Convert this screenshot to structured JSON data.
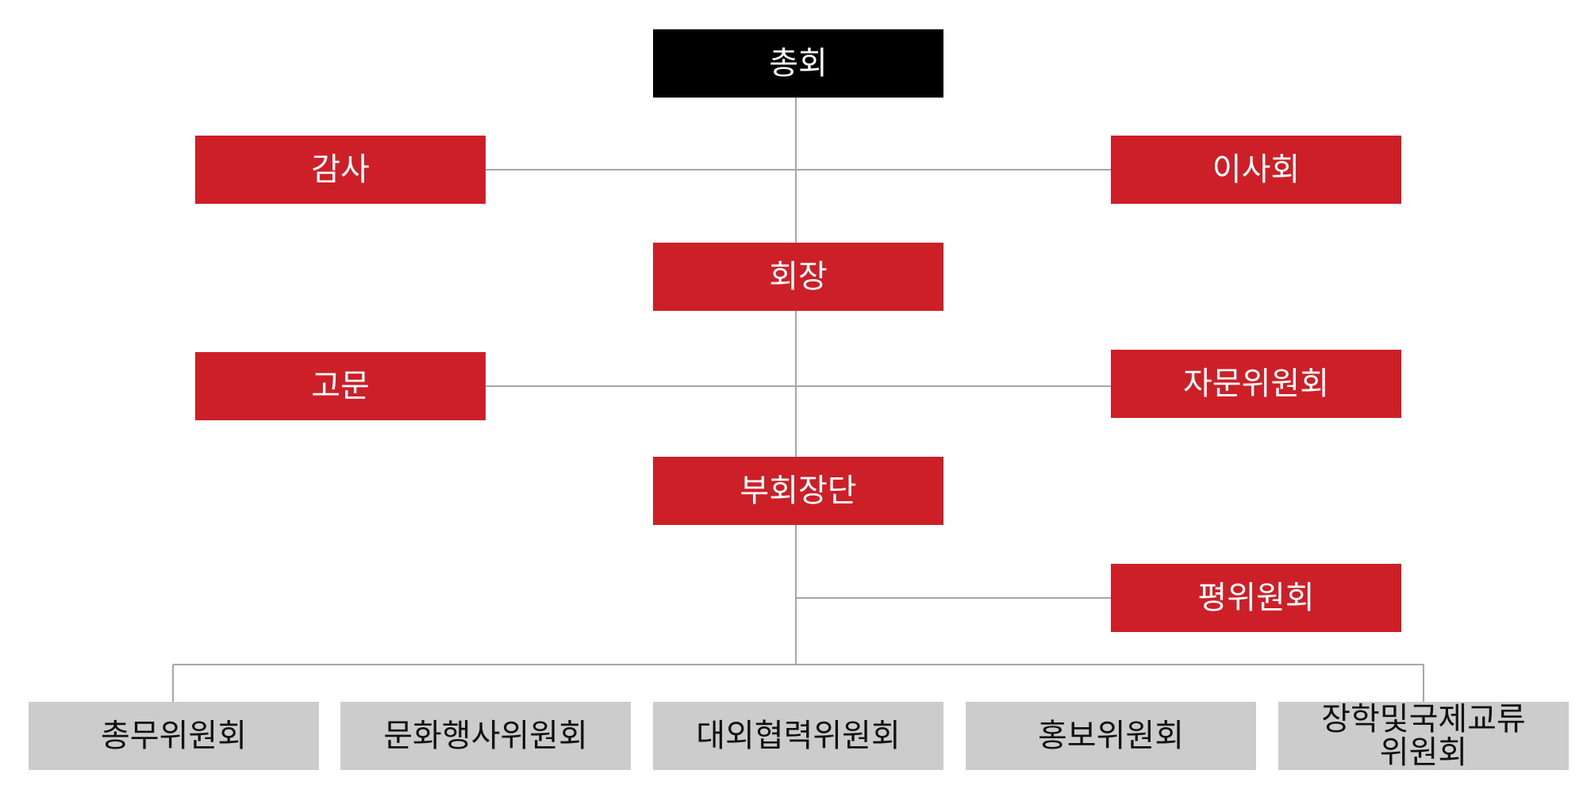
{
  "colors": {
    "top": "#000000",
    "main": "#cd1f27",
    "committee": "#cccccc",
    "line": "#a6a6a6"
  },
  "nodes": {
    "general_assembly": "총회",
    "audit": "감사",
    "board": "이사회",
    "president": "회장",
    "advisor": "고문",
    "advisory_committee": "자문위원회",
    "vice_presidents": "부회장단",
    "peer_committee": "평위원회"
  },
  "committees": [
    "총무위원회",
    "문화행사위원회",
    "대외협력위원회",
    "홍보위원회",
    "장학및국제교류\n위원회"
  ]
}
